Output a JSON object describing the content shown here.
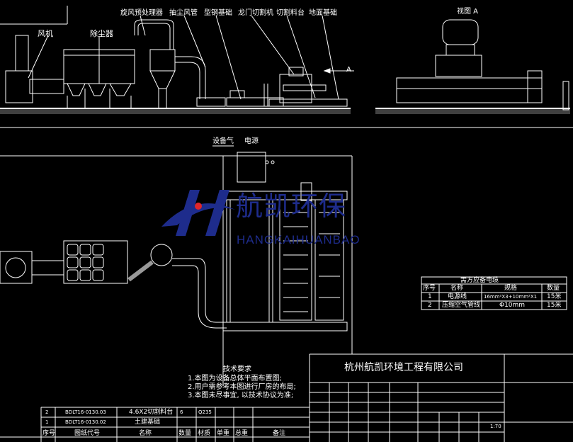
{
  "elevation_labels": {
    "fan": "风机",
    "dust_collector": "除尘器",
    "cyclone": "旋风预处理器",
    "dust_duct": "抽尘风管",
    "steel_base": "型钢基础",
    "gantry_cutter": "龙门切割机",
    "cutting_table": "切割料台",
    "ground_base": "地面基础",
    "view_a_title": "视图 A",
    "arrow_a": "A"
  },
  "plan_labels": {
    "air_supply": "设备气",
    "power": "电源"
  },
  "logo": {
    "cn": "航凯环保",
    "en": "HANGKAIHUANBAO",
    "color": "#1e2c8c",
    "accent": "#e0262b"
  },
  "materials_table": {
    "title": "需方应备电缆",
    "headers": [
      "序号",
      "名称",
      "规格",
      "数量"
    ],
    "rows": [
      [
        "1",
        "电源线",
        "16mm²X3+10mm²X1",
        "15米"
      ],
      [
        "2",
        "压缩空气管线",
        "Φ10mm",
        "15米"
      ]
    ]
  },
  "tech_requirements": {
    "title": "技术要求",
    "items": [
      "1.本图为设备总体平面布置图;",
      "2.用户需参考本图进行厂房的布局;",
      "3.本图未尽事宜, 以技术协议为准;"
    ]
  },
  "title_block": {
    "company": "杭州航凯环境工程有限公司",
    "scale": "1:70"
  },
  "parts_list": {
    "rows": [
      {
        "no": "2",
        "code": "BDLT16-0130.03",
        "name": "4.6X2切割料台",
        "qty": "6",
        "material": "Q235"
      },
      {
        "no": "1",
        "code": "BDLT16-0130.02",
        "name": "土建基础",
        "qty": "",
        "material": ""
      }
    ],
    "headers": [
      "序号",
      "图纸代号",
      "名称",
      "数量",
      "材质",
      "单重",
      "总重",
      "备注"
    ]
  }
}
